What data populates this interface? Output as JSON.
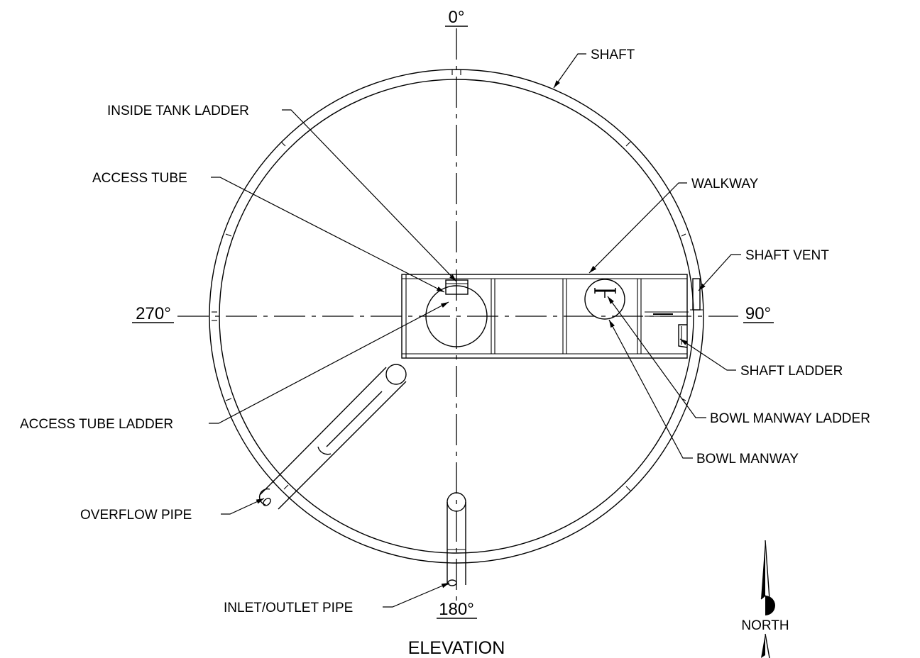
{
  "angles": {
    "top": "0°",
    "right": "90°",
    "bottom": "180°",
    "left": "270°"
  },
  "title": "ELEVATION",
  "north_label": "NORTH",
  "labels": {
    "shaft": "SHAFT",
    "inside_tank_ladder": "INSIDE TANK LADDER",
    "access_tube": "ACCESS TUBE",
    "walkway": "WALKWAY",
    "shaft_vent": "SHAFT VENT",
    "shaft_ladder": "SHAFT LADDER",
    "access_tube_ladder": "ACCESS TUBE LADDER",
    "bowl_manway_ladder": "BOWL MANWAY LADDER",
    "bowl_manway": "BOWL MANWAY",
    "overflow_pipe": "OVERFLOW PIPE",
    "inlet_outlet_pipe": "INLET/OUTLET PIPE"
  }
}
